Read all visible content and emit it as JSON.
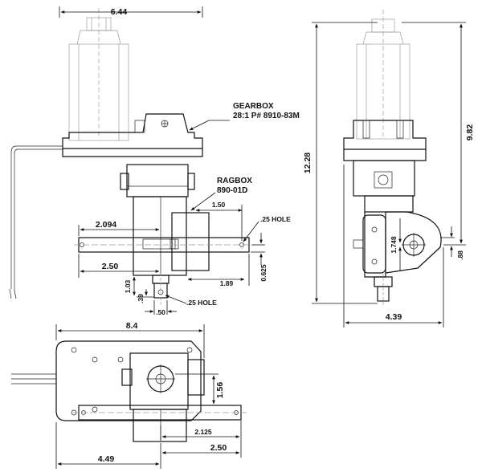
{
  "callouts": {
    "gearbox_title": "GEARBOX",
    "gearbox_part": "28:1 P# 8910-83M",
    "ragbox_title": "RAGBOX",
    "ragbox_part": "890-01D",
    "hole_top": ".25 HOLE",
    "hole_bottom": ".25 HOLE"
  },
  "dimensions": {
    "front_width": "6.44",
    "front_2094": "2.094",
    "front_150": "1.50",
    "front_250": "2.50",
    "front_189": "1.89",
    "front_0625": "0.625",
    "front_103": "1.03",
    "front_039": ".39",
    "front_050": ".50",
    "side_total_height": "12.28",
    "side_upper_height": "9.82",
    "side_1748": "1.748",
    "side_088": ".88",
    "side_width": "4.39",
    "top_width": "8.4",
    "top_156": "1.56",
    "top_2125": "2.125",
    "top_250": "2.50",
    "top_449": "4.49"
  }
}
